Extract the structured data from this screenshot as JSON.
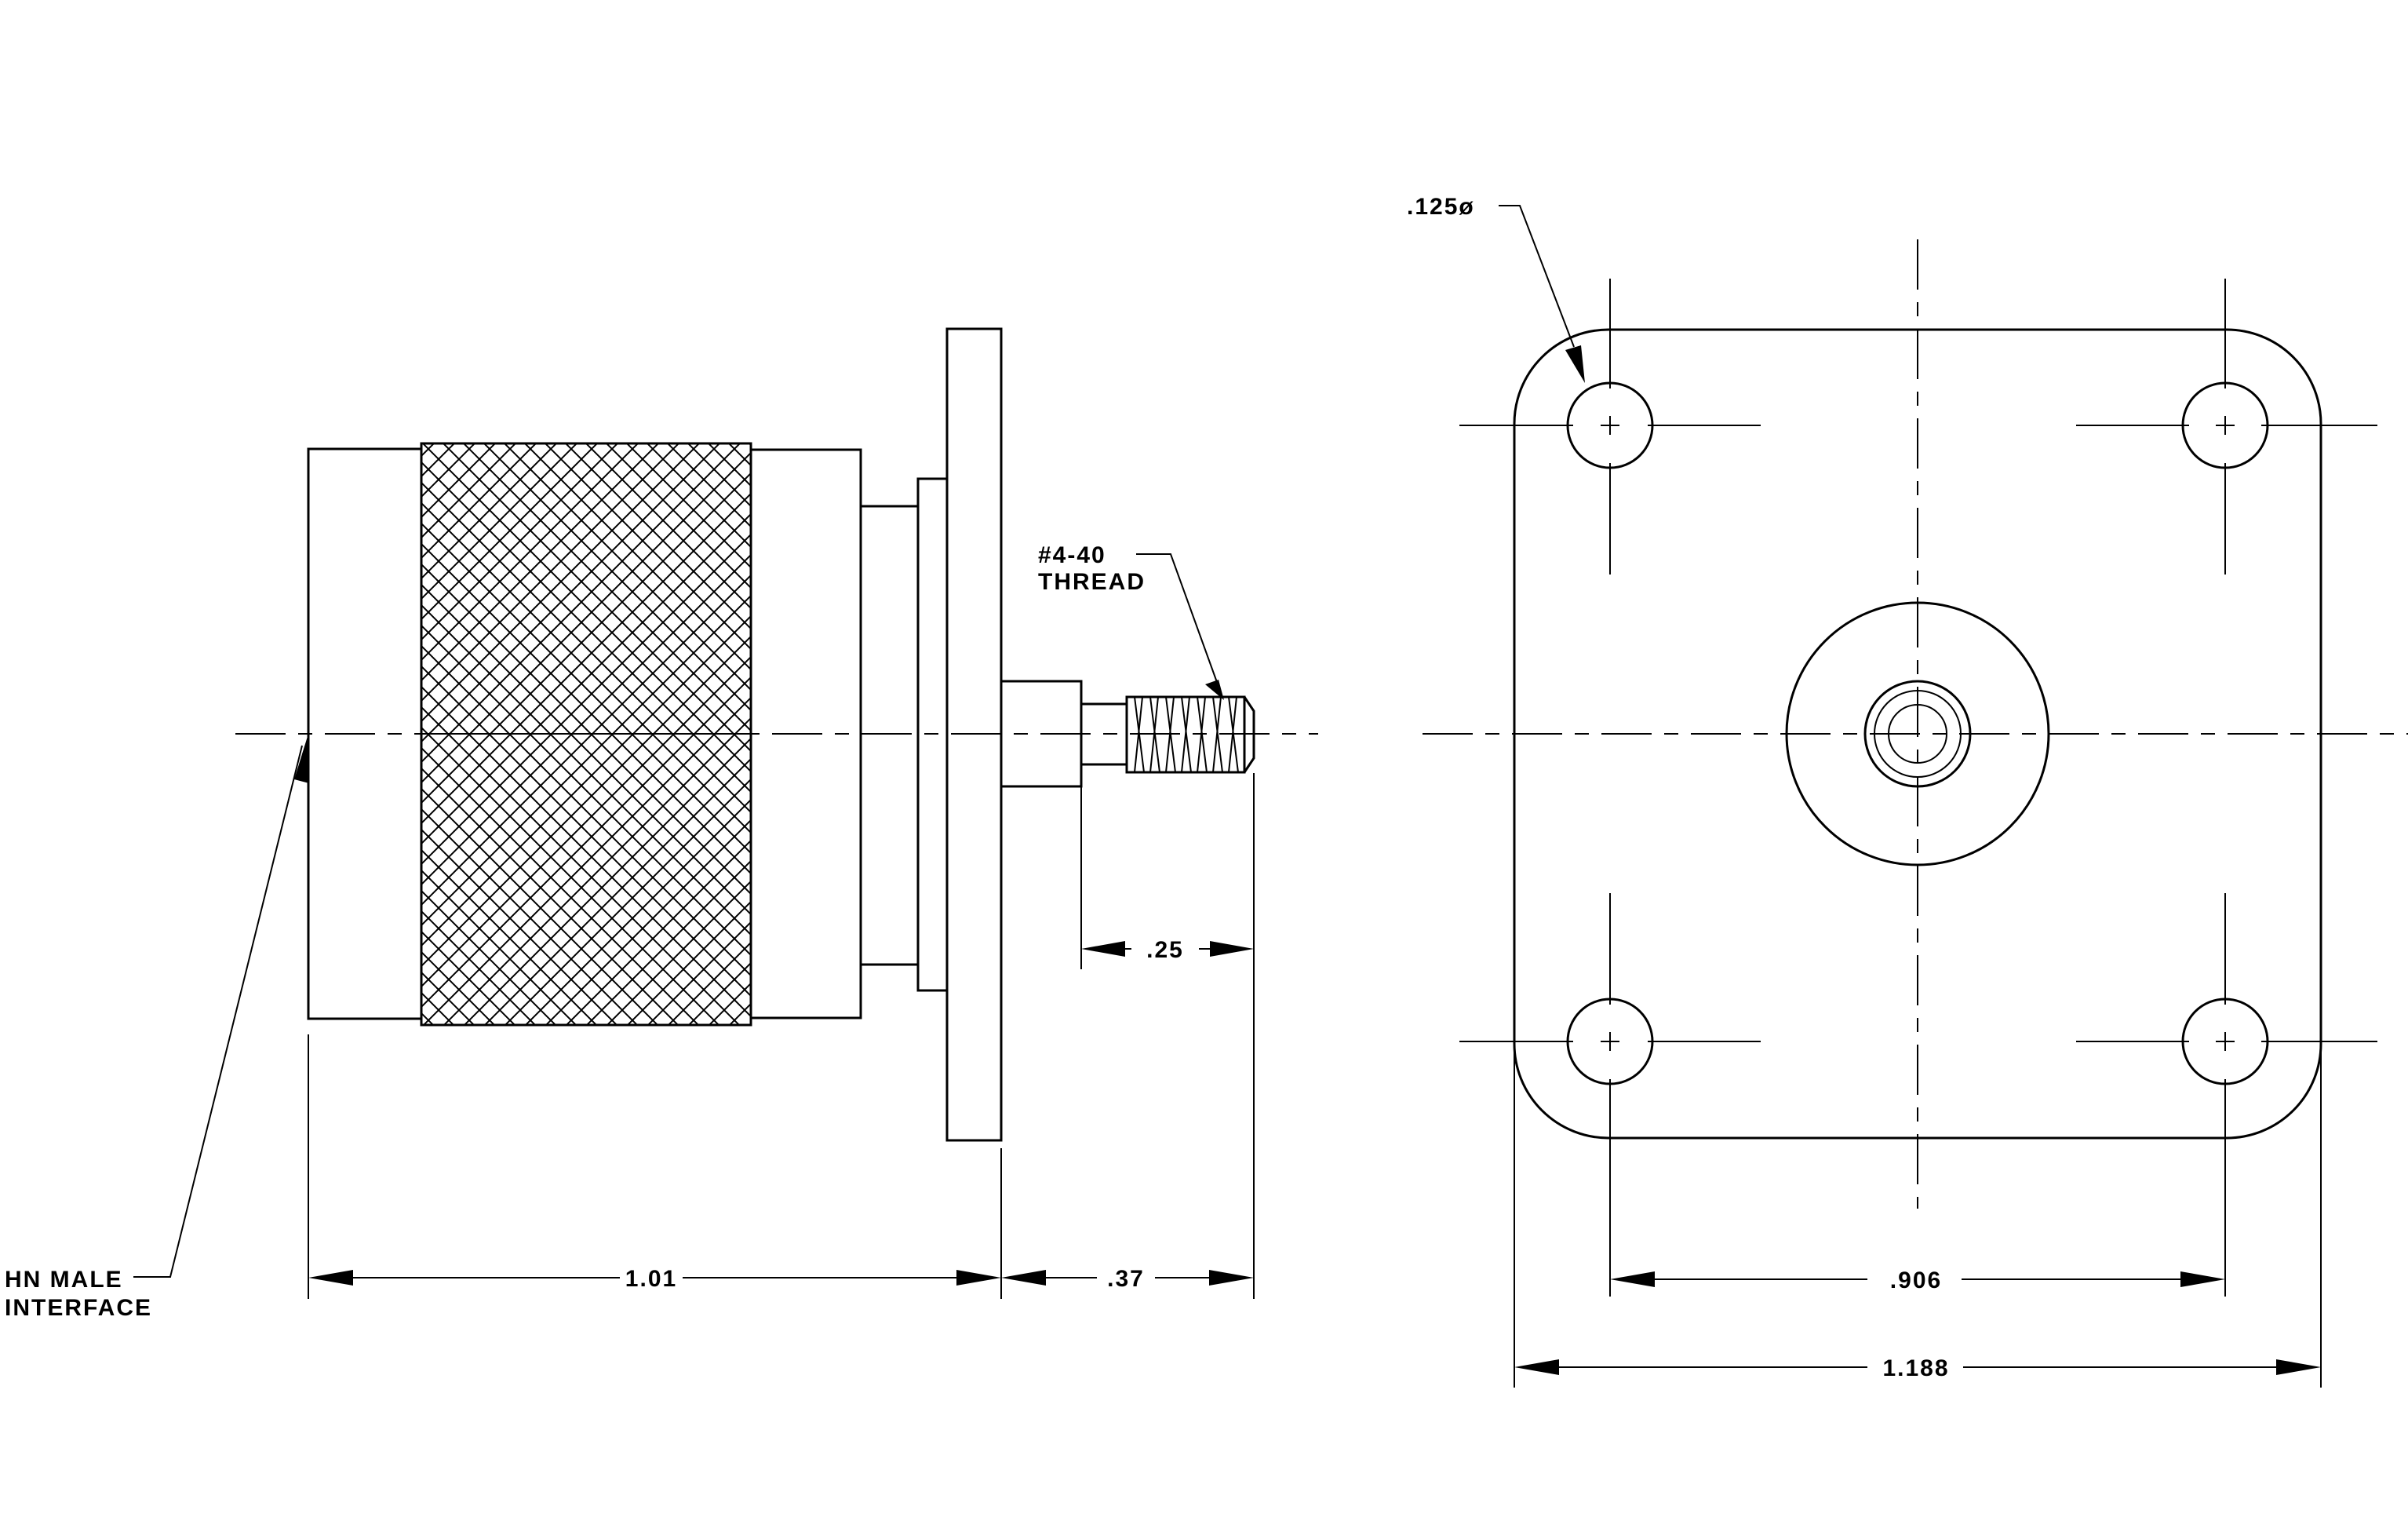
{
  "labels": {
    "hn_male_line1": "HN MALE",
    "hn_male_line2": "INTERFACE",
    "thread_line1": "#4-40",
    "thread_line2": "THREAD",
    "hole_dia": ".125ø"
  },
  "dimensions": {
    "body_length": "1.01",
    "stud_length": ".37",
    "thread_length": ".25",
    "hole_spacing": ".906",
    "flange_width": "1.188"
  },
  "colors": {
    "line": "#000000",
    "background": "#ffffff"
  }
}
